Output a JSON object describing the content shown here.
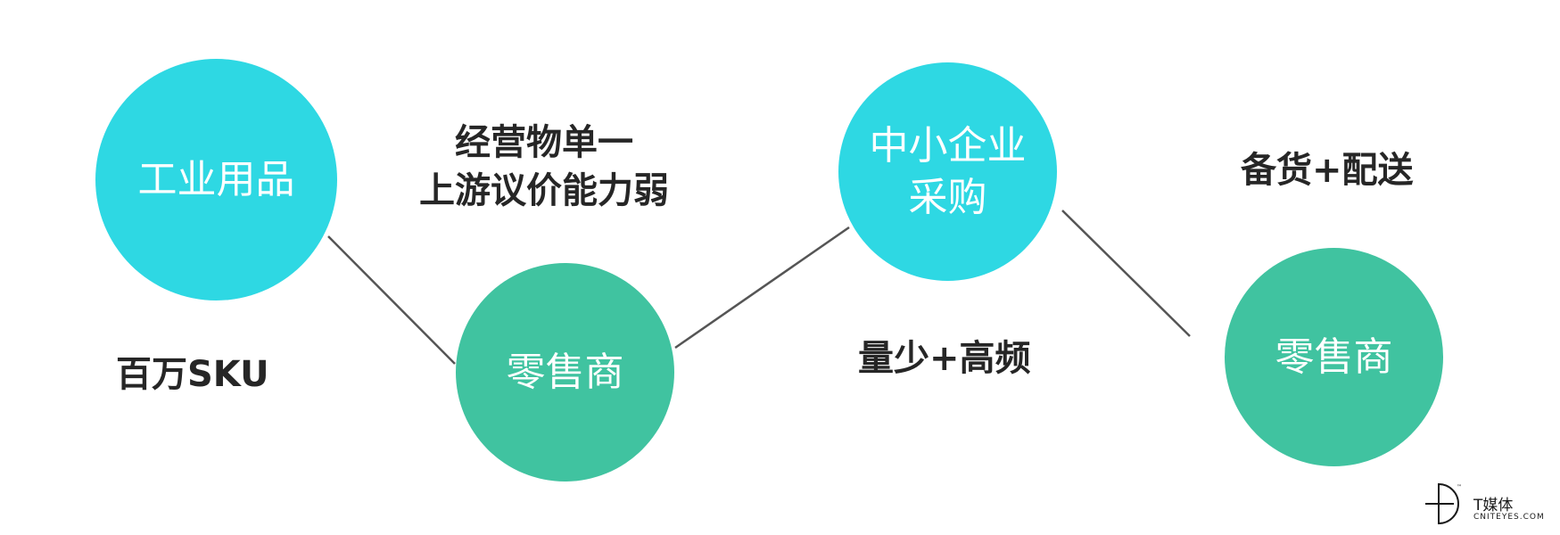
{
  "nodes": {
    "industrial_supplies": {
      "lines": [
        "工业用品"
      ]
    },
    "retailer_1": {
      "lines": [
        "零售商"
      ]
    },
    "sme_procurement": {
      "lines": [
        "中小企业",
        "采购"
      ]
    },
    "retailer_2": {
      "lines": [
        "零售商"
      ]
    }
  },
  "labels": {
    "million_sku": "百万SKU",
    "single_product_line1": "经营物单一",
    "single_product_line2": "上游议价能力弱",
    "small_volume": "量少+高频",
    "stock_delivery": "备货+配送"
  },
  "logo": {
    "name": "T媒体",
    "domain": "CNITEYES.COM",
    "trademark": "™"
  },
  "colors": {
    "cyan": "#2ed8e3",
    "green": "#40c3a0",
    "connector": "#555555",
    "text": "#262626"
  }
}
